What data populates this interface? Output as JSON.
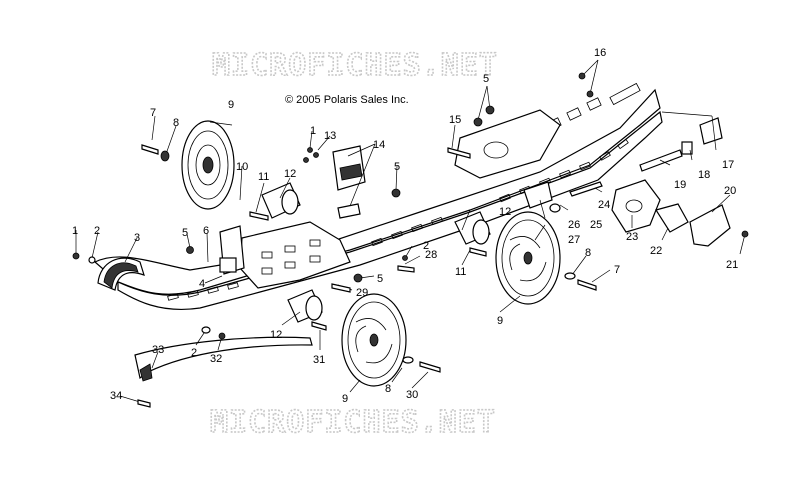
{
  "watermark_top": "MICROFICHES.NET",
  "watermark_bottom": "MICROFICHES.NET",
  "copyright": "© 2005 Polaris Sales Inc.",
  "callouts": [
    {
      "id": "c-16",
      "label": "16"
    },
    {
      "id": "c-5a",
      "label": "5"
    },
    {
      "id": "c-15",
      "label": "15"
    },
    {
      "id": "c-17",
      "label": "17"
    },
    {
      "id": "c-18",
      "label": "18"
    },
    {
      "id": "c-19",
      "label": "19"
    },
    {
      "id": "c-20",
      "label": "20"
    },
    {
      "id": "c-21",
      "label": "21"
    },
    {
      "id": "c-22",
      "label": "22"
    },
    {
      "id": "c-23",
      "label": "23"
    },
    {
      "id": "c-24",
      "label": "24"
    },
    {
      "id": "c-25",
      "label": "25"
    },
    {
      "id": "c-26",
      "label": "26"
    },
    {
      "id": "c-27",
      "label": "27"
    },
    {
      "id": "c-12a",
      "label": "12"
    },
    {
      "id": "c-8a",
      "label": "8"
    },
    {
      "id": "c-7a",
      "label": "7"
    },
    {
      "id": "c-9a",
      "label": "9"
    },
    {
      "id": "c-11a",
      "label": "11"
    },
    {
      "id": "c-28",
      "label": "28"
    },
    {
      "id": "c-2a",
      "label": "2"
    },
    {
      "id": "c-5b",
      "label": "5"
    },
    {
      "id": "c-29",
      "label": "29"
    },
    {
      "id": "c-7b",
      "label": "7"
    },
    {
      "id": "c-8b",
      "label": "8"
    },
    {
      "id": "c-9b",
      "label": "9"
    },
    {
      "id": "c-1a",
      "label": "1"
    },
    {
      "id": "c-13",
      "label": "13"
    },
    {
      "id": "c-14",
      "label": "14"
    },
    {
      "id": "c-5c",
      "label": "5"
    },
    {
      "id": "c-10",
      "label": "10"
    },
    {
      "id": "c-11b",
      "label": "11"
    },
    {
      "id": "c-12b",
      "label": "12"
    },
    {
      "id": "c-5d",
      "label": "5"
    },
    {
      "id": "c-6",
      "label": "6"
    },
    {
      "id": "c-4",
      "label": "4"
    },
    {
      "id": "c-1b",
      "label": "1"
    },
    {
      "id": "c-2b",
      "label": "2"
    },
    {
      "id": "c-3",
      "label": "3"
    },
    {
      "id": "c-12c",
      "label": "12"
    },
    {
      "id": "c-2c",
      "label": "2"
    },
    {
      "id": "c-32",
      "label": "32"
    },
    {
      "id": "c-31",
      "label": "31"
    },
    {
      "id": "c-33",
      "label": "33"
    },
    {
      "id": "c-34",
      "label": "34"
    },
    {
      "id": "c-9c",
      "label": "9"
    },
    {
      "id": "c-8c",
      "label": "8"
    },
    {
      "id": "c-30",
      "label": "30"
    }
  ]
}
